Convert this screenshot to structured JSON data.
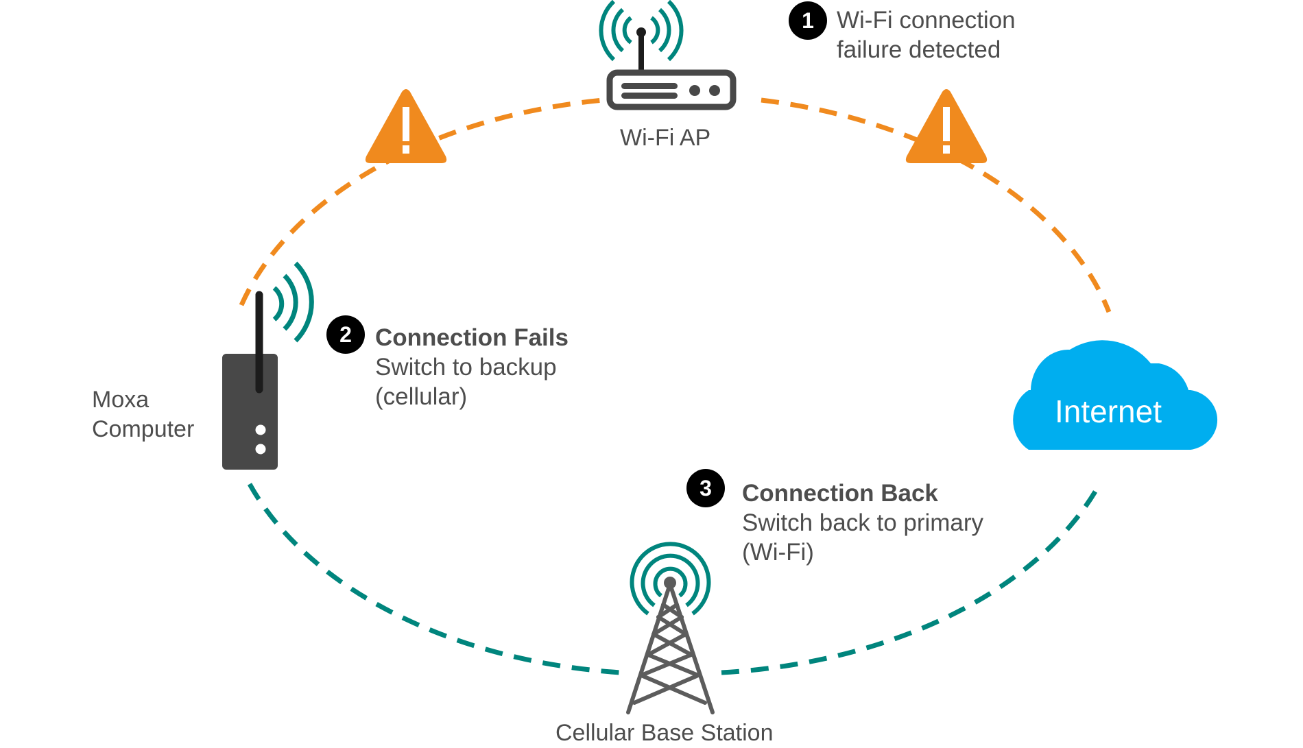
{
  "colors": {
    "wifi_path": "#F08A1E",
    "cellular_path": "#00857D",
    "signal": "#00857D",
    "device": "#484848",
    "antenna": "#1c1c1c",
    "warning": "#F08A1E",
    "cloud": "#00AEEF",
    "text": "#4D4D4D",
    "badge": "#000000"
  },
  "nodes": {
    "wifi_ap": {
      "label": "Wi-Fi AP",
      "icon": "wifi-router-icon"
    },
    "moxa_computer": {
      "label_lines": [
        "Moxa",
        "Computer"
      ],
      "icon": "computer-device-icon"
    },
    "internet": {
      "label": "Internet",
      "icon": "cloud-icon"
    },
    "cellular_base_station": {
      "label": "Cellular Base Station",
      "icon": "cell-tower-icon"
    }
  },
  "warnings": [
    {
      "icon": "warning-icon",
      "symbol": "!"
    },
    {
      "icon": "warning-icon",
      "symbol": "!"
    }
  ],
  "steps": [
    {
      "number": "1",
      "title": "",
      "lines": [
        "Wi-Fi connection",
        "failure detected"
      ]
    },
    {
      "number": "2",
      "title": "Connection Fails",
      "lines": [
        "Switch to backup",
        "(cellular)"
      ]
    },
    {
      "number": "3",
      "title": "Connection Back",
      "lines": [
        "Switch back to primary",
        "(Wi-Fi)"
      ]
    }
  ],
  "links": [
    {
      "name": "wifi-path",
      "from": "Moxa Computer",
      "via": "Wi-Fi AP",
      "to": "Internet",
      "style": "dashed",
      "color_key": "wifi_path"
    },
    {
      "name": "cellular-path",
      "from": "Moxa Computer",
      "via": "Cellular Base Station",
      "to": "Internet",
      "style": "dashed",
      "color_key": "cellular_path"
    }
  ]
}
